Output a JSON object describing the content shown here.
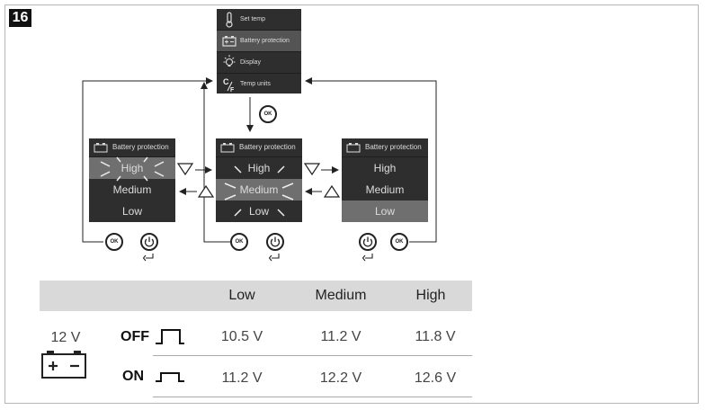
{
  "figure_number": "16",
  "menu": {
    "items": [
      {
        "label": "Set temp",
        "icon": "thermometer-icon"
      },
      {
        "label": "Battery protection",
        "icon": "battery-icon",
        "selected": true
      },
      {
        "label": "Display",
        "icon": "bulb-icon"
      },
      {
        "label": "Temp units",
        "icon": "celsius-fahrenheit-icon"
      }
    ]
  },
  "panels": [
    {
      "header": "Battery protection",
      "options": [
        "High",
        "Medium",
        "Low"
      ],
      "highlighted": "High"
    },
    {
      "header": "Battery protection",
      "options": [
        "High",
        "Medium",
        "Low"
      ],
      "highlighted": "Medium"
    },
    {
      "header": "Battery protection",
      "options": [
        "High",
        "Medium",
        "Low"
      ],
      "highlighted": "Low"
    }
  ],
  "buttons": {
    "ok": "OK"
  },
  "table": {
    "headers": [
      "Low",
      "Medium",
      "High"
    ],
    "voltage_label": "12 V",
    "rows": [
      {
        "label": "OFF",
        "values": [
          "10.5 V",
          "11.2 V",
          "11.8 V"
        ]
      },
      {
        "label": "ON",
        "values": [
          "11.2 V",
          "12.2 V",
          "12.6 V"
        ]
      }
    ]
  }
}
